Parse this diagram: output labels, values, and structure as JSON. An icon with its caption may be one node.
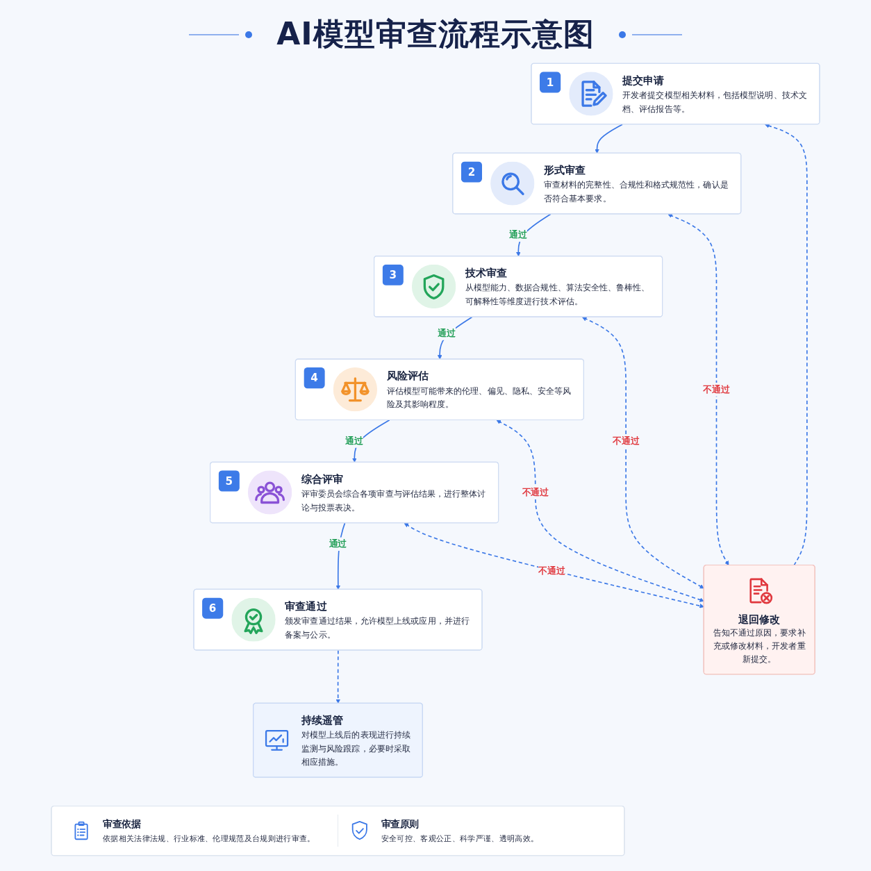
{
  "diagram": {
    "title": "AI模型审查流程示意图",
    "nodes": [
      {
        "text": [
          "1",
          "提交申请",
          "开发者提交模型相关材料，包括模型说明、技术文档、评估报告等。"
        ]
      },
      {
        "text": [
          "2",
          "形式审查",
          "审查材料的完整性、合规性和格式规范性，确认是否符合基本要求。"
        ]
      },
      {
        "text": [
          "3",
          "技术审查",
          "从模型能力、数据合规性、算法安全性、鲁棒性、可解释性等维度进行技术评估。"
        ]
      },
      {
        "text": [
          "4",
          "风险评估",
          "评估模型可能带来的伦理、偏见、隐私、安全等风险及其影响程度。"
        ]
      },
      {
        "text": [
          "5",
          "综合评审",
          "评审委员会综合各项审查与评估结果，进行整体讨论与投票表决。"
        ]
      },
      {
        "text": [
          "6",
          "审查通过",
          "颁发审查通过结果，允许模型上线或应用，并进行备案与公示。"
        ]
      },
      {
        "text": [
          "退回修改",
          "告知不通过原因，要求补充或修改材料，开发者重新提交。"
        ]
      },
      {
        "text": [
          "持续遥管",
          "对模型上线后的表现进行持续监测与风险跟踪，必要时采取相应措施。"
        ]
      },
      {
        "text": [
          "审查依据",
          "依据相关法律法规、行业标准、伦理规范及台规则进行审查。",
          "审查原则",
          "安全可控、客观公正、科学严谨、透明高效。"
        ]
      }
    ],
    "edges": [
      {
        "from": 0,
        "to": 1,
        "arrow": "to"
      },
      {
        "from": 1,
        "to": 2,
        "arrow": "to",
        "label": "通过"
      },
      {
        "from": 2,
        "to": 3,
        "arrow": "to",
        "label": "通过"
      },
      {
        "from": 3,
        "to": 4,
        "arrow": "to",
        "label": "通过"
      },
      {
        "from": 4,
        "to": 5,
        "arrow": "to",
        "label": "通过"
      },
      {
        "from": 1,
        "to": 6,
        "arrow": "both",
        "label": "不通过",
        "style": "dashed"
      },
      {
        "from": 2,
        "to": 6,
        "arrow": "both",
        "label": "不通过",
        "style": "dashed"
      },
      {
        "from": 3,
        "to": 6,
        "arrow": "both",
        "label": "不通过",
        "style": "dashed"
      },
      {
        "from": 4,
        "to": 6,
        "arrow": "both",
        "label": "不通过",
        "style": "dashed"
      },
      {
        "from": 6,
        "to": 0,
        "arrow": "to",
        "style": "dashed"
      },
      {
        "from": 5,
        "to": 7,
        "arrow": "to",
        "style": "dashed"
      }
    ]
  }
}
